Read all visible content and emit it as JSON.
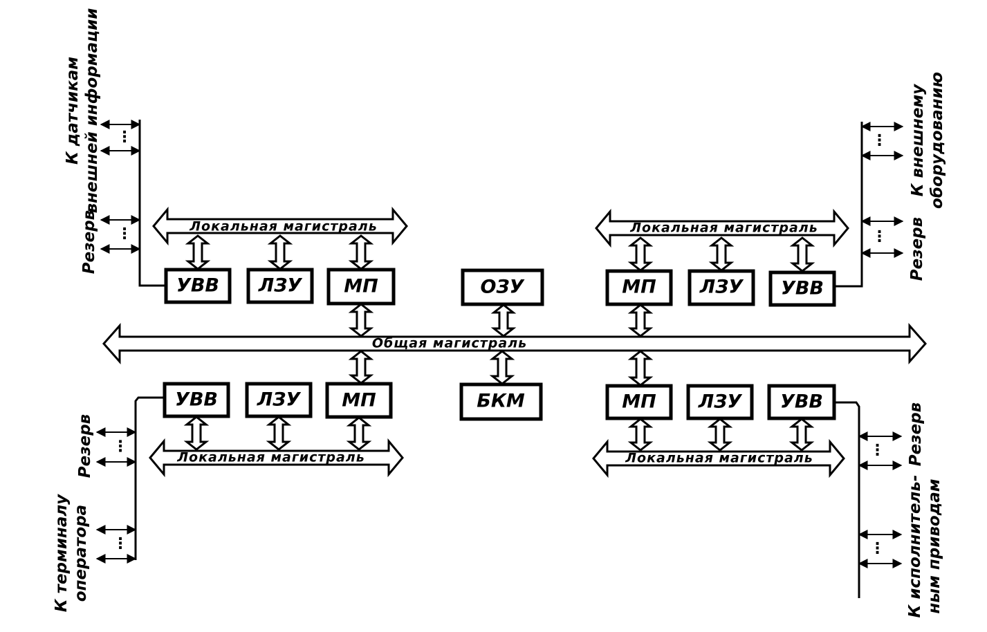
{
  "blocks": {
    "uvv": "УВВ",
    "lzu": "ЛЗУ",
    "mp": "МП",
    "ozu": "ОЗУ",
    "bkm": "БКМ"
  },
  "buses": {
    "local": "Локальная магистраль",
    "common": "Общая магистраль"
  },
  "side_labels": {
    "top_left_main": [
      "К датчикам",
      "внешней информации"
    ],
    "top_left_reserve": "Резерв",
    "top_right_main": [
      "К внешнему",
      "оборудованию"
    ],
    "top_right_reserve": "Резерв",
    "bottom_left_reserve": "Резерв",
    "bottom_left_main": [
      "К терминалу",
      "оператора"
    ],
    "bottom_right_reserve": "Резерв",
    "bottom_right_main": [
      "К исполнитель-",
      "ным приводам"
    ]
  },
  "port_gap_glyph": "⋮"
}
